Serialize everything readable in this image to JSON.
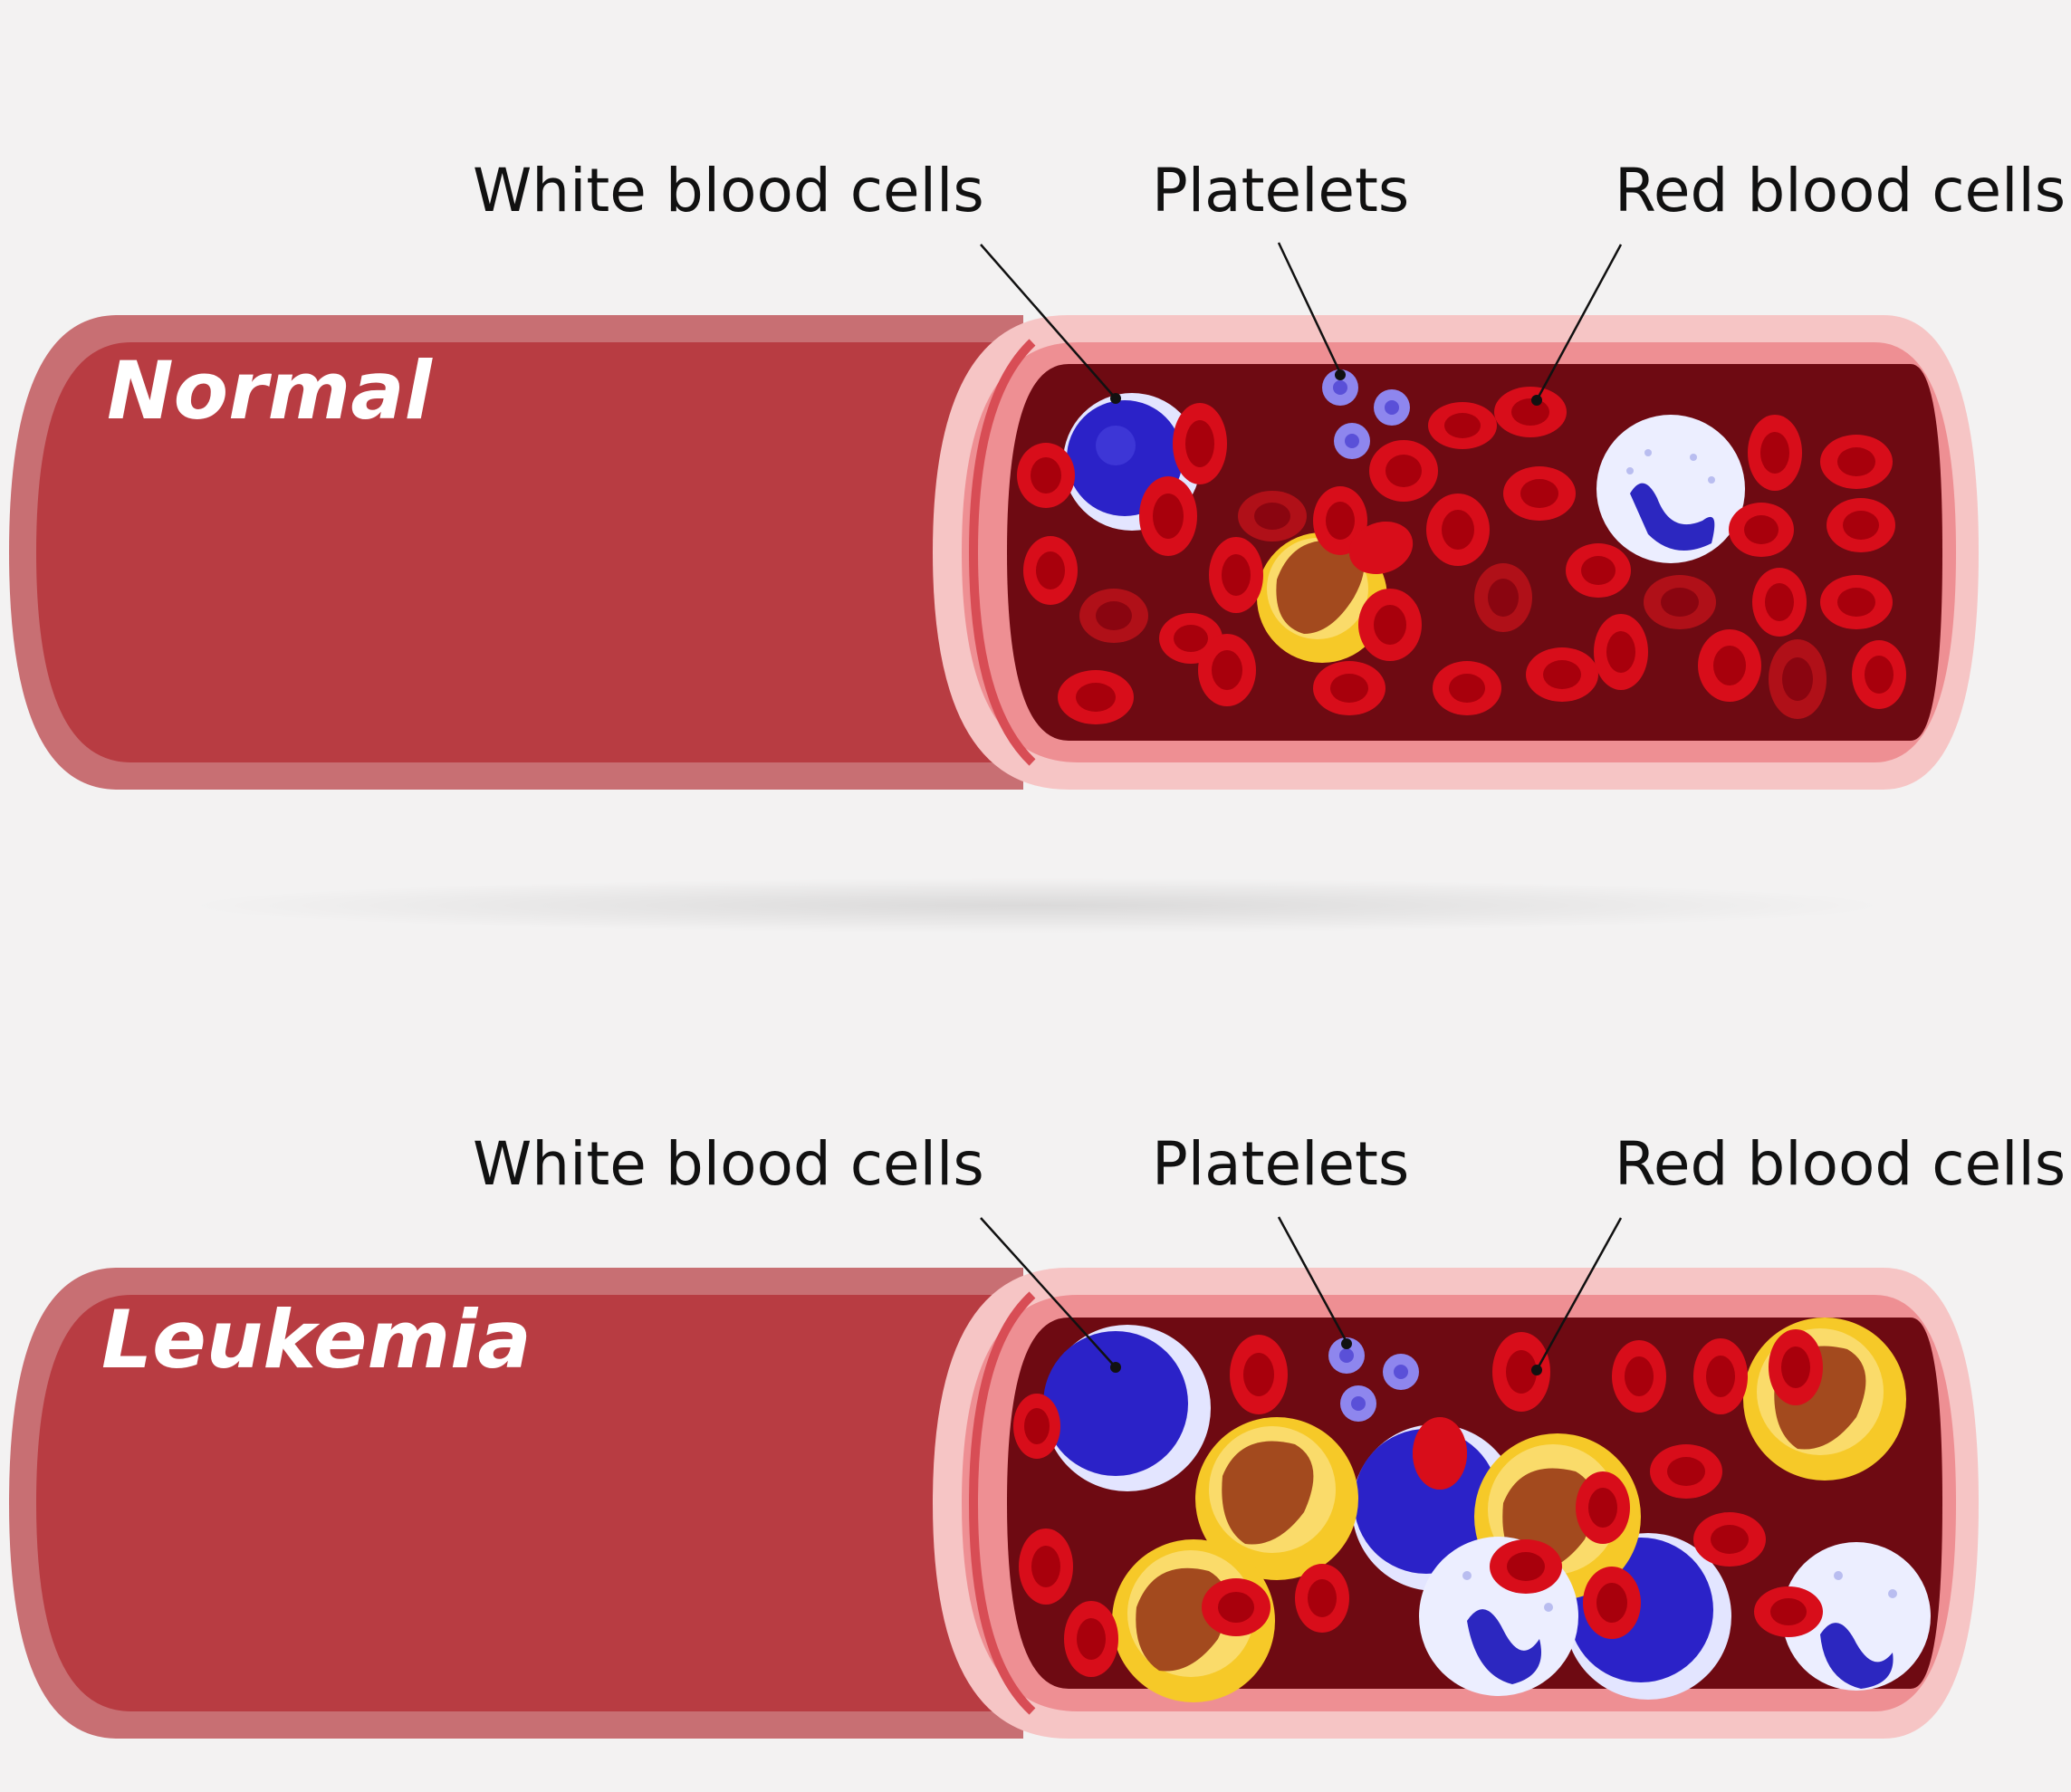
{
  "normal": {
    "title": "Normal",
    "labels": {
      "wbc": "White blood cells",
      "platelets": "Platelets",
      "rbc": "Red blood cells"
    }
  },
  "leukemia": {
    "title": "Leukemia",
    "labels": {
      "wbc": "White blood cells",
      "platelets": "Platelets",
      "rbc": "Red blood cells"
    }
  },
  "colors": {
    "vessel_outer": "#b83c42",
    "vessel_wall": "#f5c4c4",
    "lumen": "#6e0a12",
    "rbc": "#e01020",
    "lymphocyte_nucleus": "#2a23c8",
    "monocyte_body": "#f6c928",
    "monocyte_nucleus": "#a34a1e",
    "neutrophil_body": "#eceeff",
    "platelet": "#8e86ee"
  }
}
